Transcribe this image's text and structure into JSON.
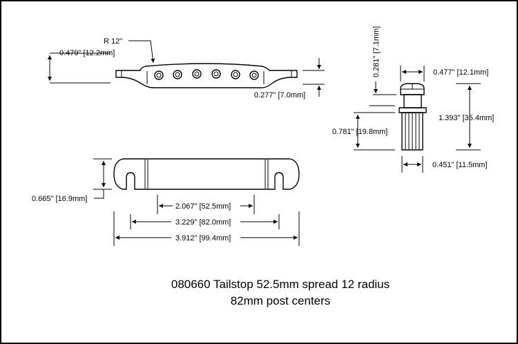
{
  "diagram": {
    "labels": {
      "radius": "R 12\"",
      "top_height": "0.479\" [12.2mm]",
      "end_thickness": "0.277\" [7.0mm]",
      "stud_cap": "0.281\" [7.1mm]",
      "stud_head_dia": "0.477\" [12.1mm]",
      "stud_total_len": "1.393\" [35.4mm]",
      "stud_thread_len": "0.781\" [19.8mm]",
      "stud_thread_dia": "0.451\" [11.5mm]",
      "plan_width": "0.665\" [16.9mm]",
      "spread": "2.067\" [52.5mm]",
      "post_centers": "3.229\" [82.0mm]",
      "overall_length": "3.912\" [99.4mm]"
    },
    "caption": {
      "line1": "080660 Tailstop 52.5mm spread 12 radius",
      "line2": "82mm post centers"
    }
  }
}
